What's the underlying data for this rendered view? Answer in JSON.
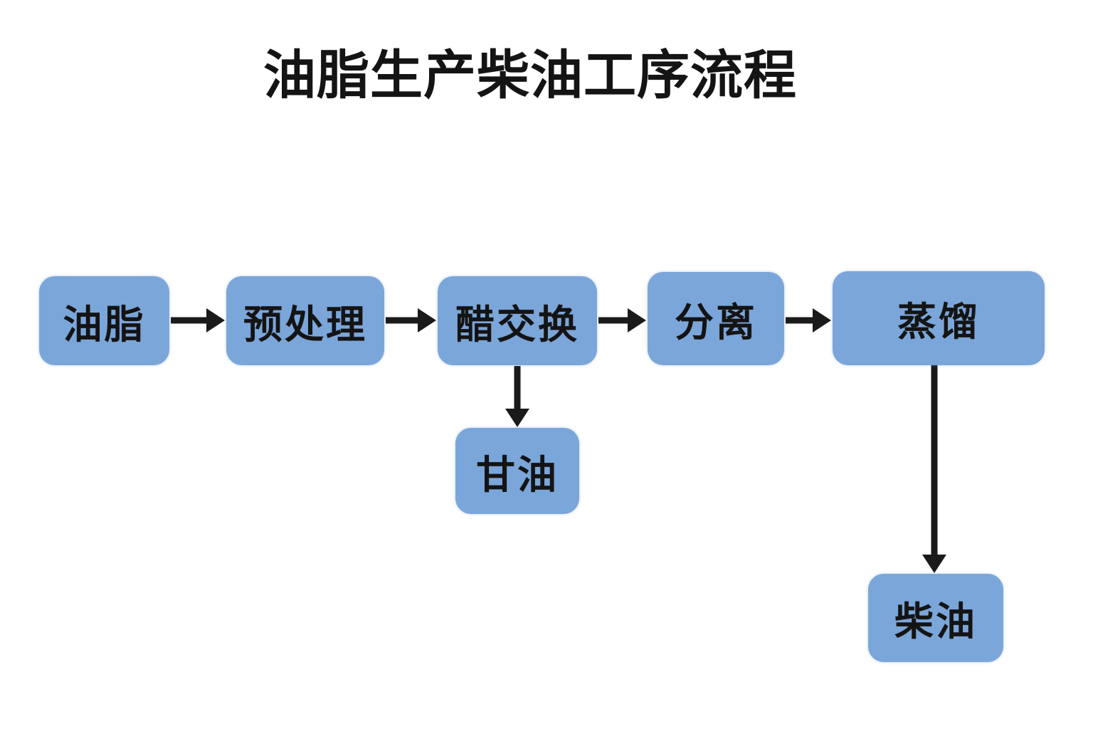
{
  "title": "油脂生产柴油工序流程",
  "diagram": {
    "type": "flowchart",
    "direction": "left-to-right",
    "nodes": [
      {
        "id": "oil",
        "label": "油脂"
      },
      {
        "id": "pretreat",
        "label": "预处理"
      },
      {
        "id": "transester",
        "label": "醋交换"
      },
      {
        "id": "separate",
        "label": "分离"
      },
      {
        "id": "distill",
        "label": "蒸馏"
      },
      {
        "id": "glycerin",
        "label": "甘油"
      },
      {
        "id": "diesel",
        "label": "柴油"
      }
    ],
    "edges": [
      {
        "from": "油脂",
        "to": "预处理",
        "direction": "right"
      },
      {
        "from": "预处理",
        "to": "醋交换",
        "direction": "right"
      },
      {
        "from": "醋交换",
        "to": "分离",
        "direction": "right"
      },
      {
        "from": "分离",
        "to": "蒸馏",
        "direction": "right"
      },
      {
        "from": "醋交换",
        "to": "甘油",
        "direction": "down"
      },
      {
        "from": "蒸馏",
        "to": "柴油",
        "direction": "down"
      }
    ],
    "colors": {
      "node_fill": "#7BA6DA",
      "node_text": "#141414",
      "arrow": "#1A1A1A",
      "background": "#FFFFFF"
    }
  }
}
